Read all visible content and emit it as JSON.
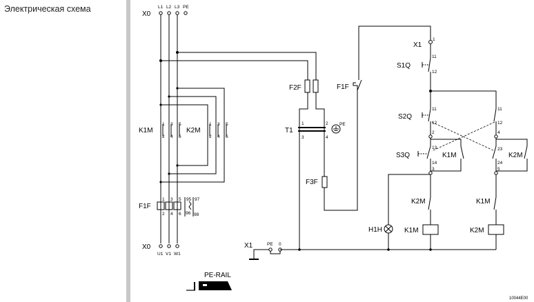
{
  "page": {
    "title": "Электрическая схема",
    "ref_code": "10044E00"
  },
  "terminals": {
    "x0_top": "X0",
    "x1_top": "X1",
    "x0_bottom": "X0",
    "x1_bottom": "X1",
    "phases_top": [
      "L1",
      "L2",
      "L3",
      "PE"
    ],
    "phases_bottom": [
      "U1",
      "V1",
      "W1"
    ],
    "x1_bottom_pins": [
      "PE",
      "0"
    ],
    "x1_top_pin": "1"
  },
  "components": {
    "K1M": "K1M",
    "K2M": "K2M",
    "F1F": "F1F",
    "F2F": "F2F",
    "F3F": "F3F",
    "T1": "T1",
    "S1Q": "S1Q",
    "S2Q": "S2Q",
    "S3Q": "S3Q",
    "H1H": "H1H",
    "pe_rail": "PE-RAIL"
  },
  "pins": {
    "contacts_top": [
      "1",
      "3",
      "5"
    ],
    "contacts_bottom": [
      "2",
      "4",
      "6"
    ],
    "f1f_aux_top": [
      "95",
      "97"
    ],
    "f1f_aux_bottom": [
      "96",
      "98"
    ],
    "t1_pins": [
      "1",
      "2",
      "3",
      "4"
    ],
    "t1_pe": "PE",
    "s1q": [
      "11",
      "12"
    ],
    "s2q": [
      "11",
      "12"
    ],
    "k2m_nc_right": [
      "11",
      "12"
    ],
    "node_mid": [
      "2",
      "4"
    ],
    "s3q": [
      "13",
      "14"
    ],
    "k2m_no_right": [
      "23",
      "24"
    ],
    "node_bottom": [
      "3",
      "5"
    ]
  }
}
